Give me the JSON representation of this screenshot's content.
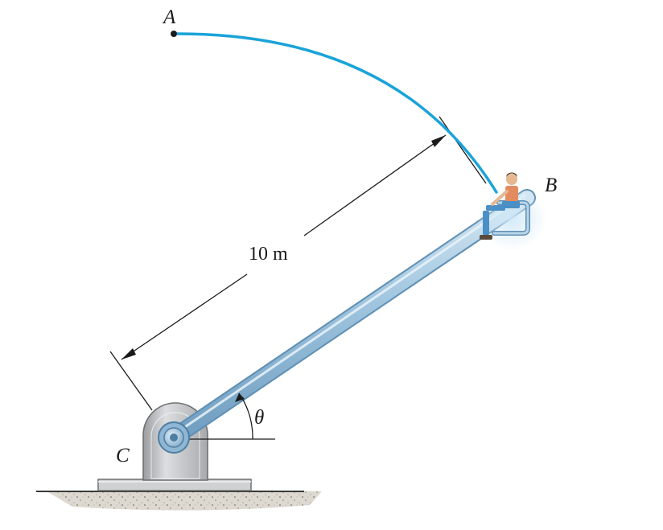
{
  "labels": {
    "point_a": "A",
    "point_b": "B",
    "point_c": "C",
    "angle": "θ",
    "length": "10 m"
  },
  "colors": {
    "path": "#1aa3d9",
    "boom": "#9ec4de",
    "boom_edge": "#5f8fb4",
    "support": "#c7c9cc",
    "support_edge": "#6e7072",
    "ground": "#d4d0c8",
    "line": "#1a1a1a"
  }
}
